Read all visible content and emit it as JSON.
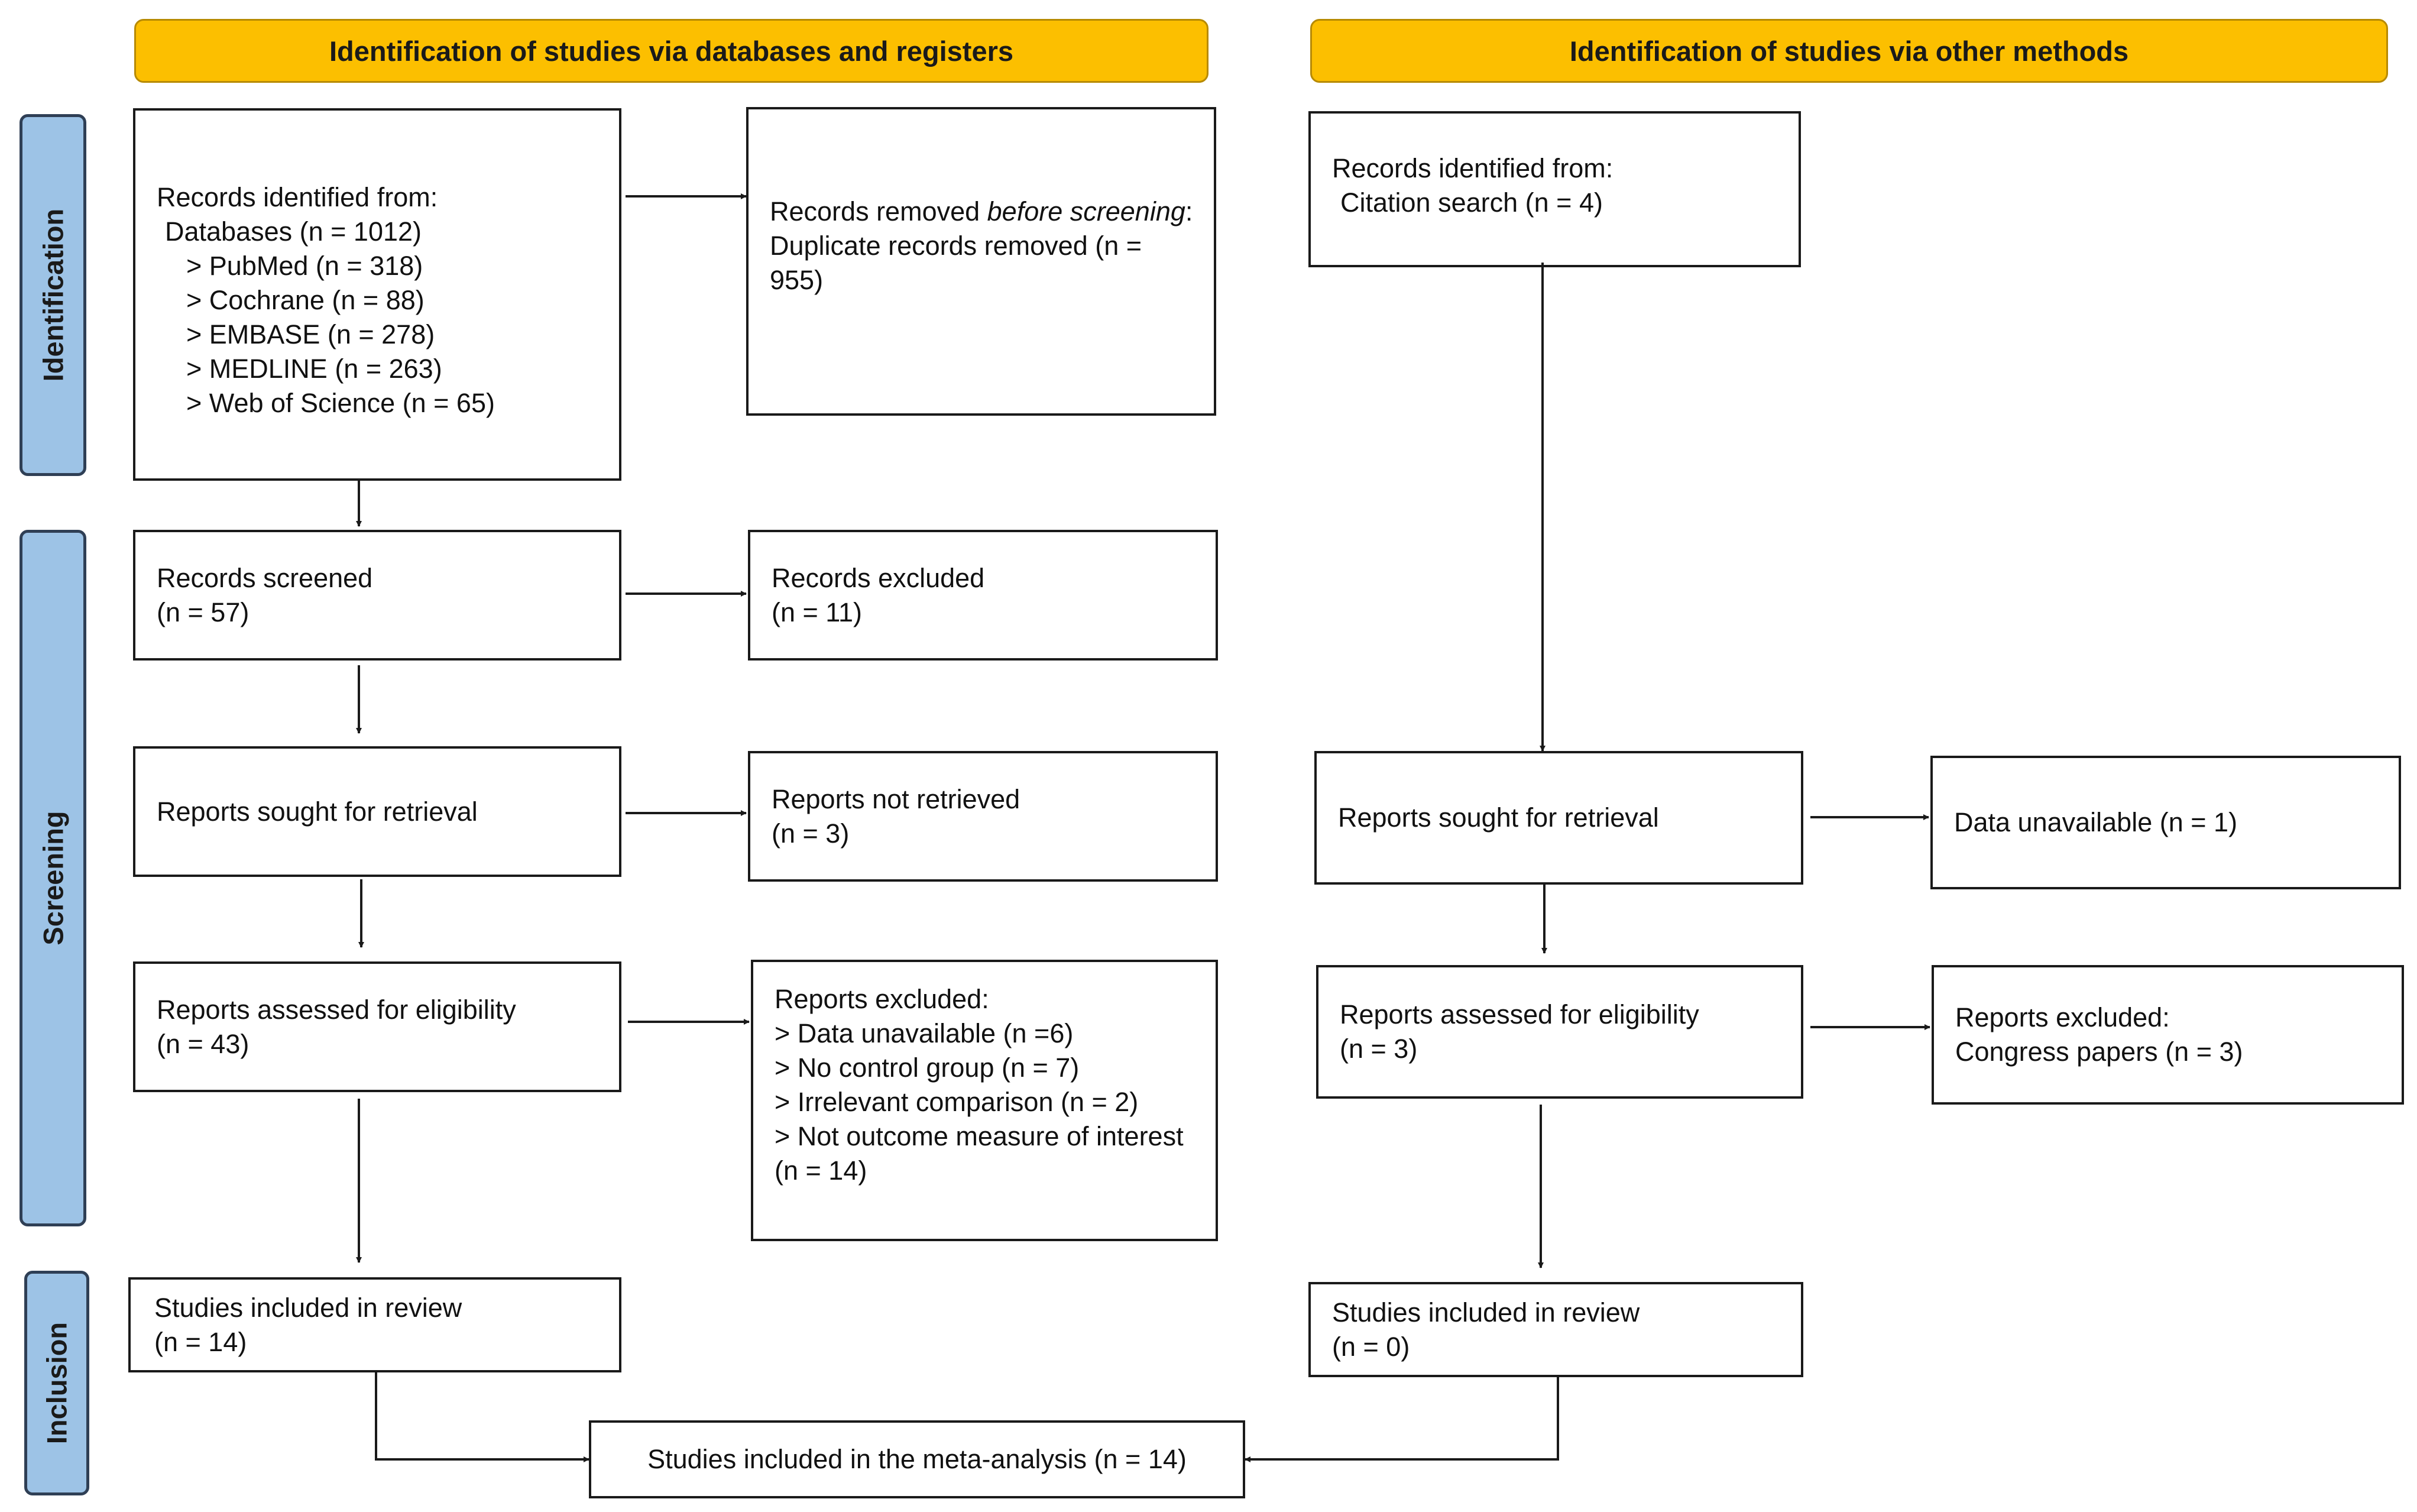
{
  "headers": {
    "left": "Identification of studies via databases and registers",
    "right": "Identification of studies via other methods"
  },
  "stages": {
    "identification": "Identification",
    "screening": "Screening",
    "inclusion": "Inclusion"
  },
  "left": {
    "records_identified": {
      "title": "Records identified from:",
      "databases": "Databases (n = 1012)",
      "sources": [
        "> PubMed (n = 318)",
        "> Cochrane (n = 88)",
        "> EMBASE (n = 278)",
        "> MEDLINE (n = 263)",
        "> Web of Science (n = 65)"
      ]
    },
    "records_removed": {
      "prefix": "Records removed ",
      "emphasis": "before screening",
      "suffix": ":",
      "detail": "Duplicate records removed  (n = 955)"
    },
    "records_screened": {
      "label": "Records screened",
      "count": "(n = 57)"
    },
    "records_excluded": {
      "label": "Records excluded",
      "count": "(n = 11)"
    },
    "reports_sought": {
      "label": "Reports sought for retrieval"
    },
    "reports_not_retrieved": {
      "label": "Reports not retrieved",
      "count": "(n = 3)"
    },
    "reports_assessed": {
      "label": "Reports assessed for eligibility",
      "count": "(n = 43)"
    },
    "reports_excluded": {
      "title": "Reports excluded:",
      "reasons": [
        "> Data unavailable (n =6)",
        "> No control group (n = 7)",
        "> Irrelevant comparison (n = 2)",
        "> Not outcome measure of interest (n = 14)"
      ]
    },
    "studies_included": {
      "label": "Studies included in review",
      "count": "(n = 14)"
    }
  },
  "right": {
    "records_identified": {
      "title": "Records identified from:",
      "detail": "Citation search (n = 4)"
    },
    "reports_sought": {
      "label": "Reports sought for retrieval"
    },
    "data_unavailable": {
      "label": "Data unavailable (n = 1)"
    },
    "reports_assessed": {
      "label": "Reports assessed for eligibility",
      "count": "(n = 3)"
    },
    "reports_excluded": {
      "title": "Reports excluded:",
      "detail": "Congress papers (n = 3)"
    },
    "studies_included": {
      "label": "Studies included in review",
      "count": "(n = 0)"
    }
  },
  "meta_analysis": {
    "label": "Studies included in the meta-analysis (n = 14)"
  },
  "colors": {
    "header_fill": "#fcbf00",
    "stage_fill": "#9dc3e6",
    "box_border": "#1a1a1a"
  }
}
